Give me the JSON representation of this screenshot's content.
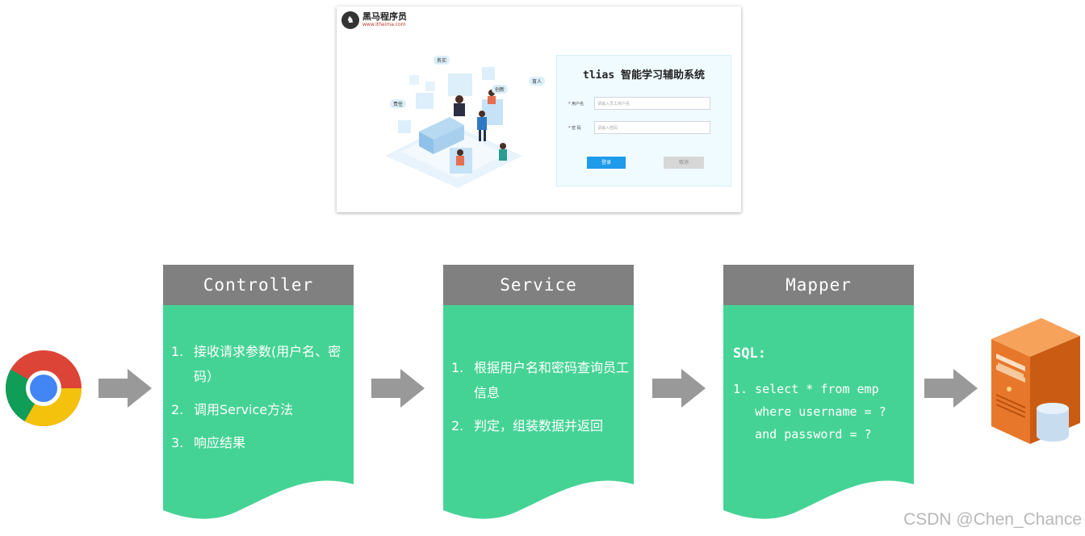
{
  "login": {
    "logo_name": "黑马程序员",
    "logo_url": "www.itheima.com",
    "title": "tlias 智能学习辅助系统",
    "username_label": "* 用户名",
    "username_placeholder": "请输入员工用户名",
    "password_label": "* 密  码",
    "password_placeholder": "请输入密码",
    "login_button": "登录",
    "cancel_button": "取消",
    "tags": [
      "务实",
      "育人",
      "责任",
      "创新"
    ]
  },
  "flow": {
    "controller": {
      "title": "Controller",
      "steps": [
        "接收请求参数(用户名、密码）",
        "调用Service方法",
        "响应结果"
      ]
    },
    "service": {
      "title": "Service",
      "steps": [
        "根据用户名和密码查询员工信息",
        "判定，组装数据并返回"
      ]
    },
    "mapper": {
      "title": "Mapper",
      "sql_label": "SQL:",
      "sql": "1. select * from emp\n   where username = ?\n   and password = ?"
    }
  },
  "colors": {
    "header_gray": "#808080",
    "card_green": "#45d395",
    "arrow_gray": "#999999"
  },
  "icons": [
    "chrome-icon",
    "server-icon",
    "arrow-icon"
  ],
  "watermark": "CSDN @Chen_Chance"
}
